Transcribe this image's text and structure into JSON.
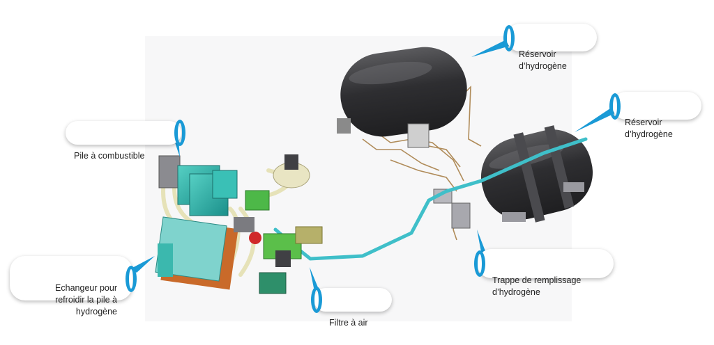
{
  "labels": {
    "reservoir_top": "Réservoir\nd’hydrogène",
    "reservoir_right": "Réservoir\nd’hydrogène",
    "pile": "Pile à combustible",
    "echangeur": "Echangeur pour\nrefroidir la pile à\nhydrogène",
    "filtre": "Filtre à air",
    "trappe": "Trappe de remplissage\nd’hydrogène"
  },
  "colors": {
    "accent": "#1a9ad6",
    "pipe": "#3fbfc9",
    "tank": "#3a3a3c",
    "fuel_cell": "#2bb5ad",
    "hose": "#e6e2b8",
    "green_part": "#4db848",
    "brown_pipe": "#b08c5a",
    "exchanger": "#c96a2a"
  }
}
